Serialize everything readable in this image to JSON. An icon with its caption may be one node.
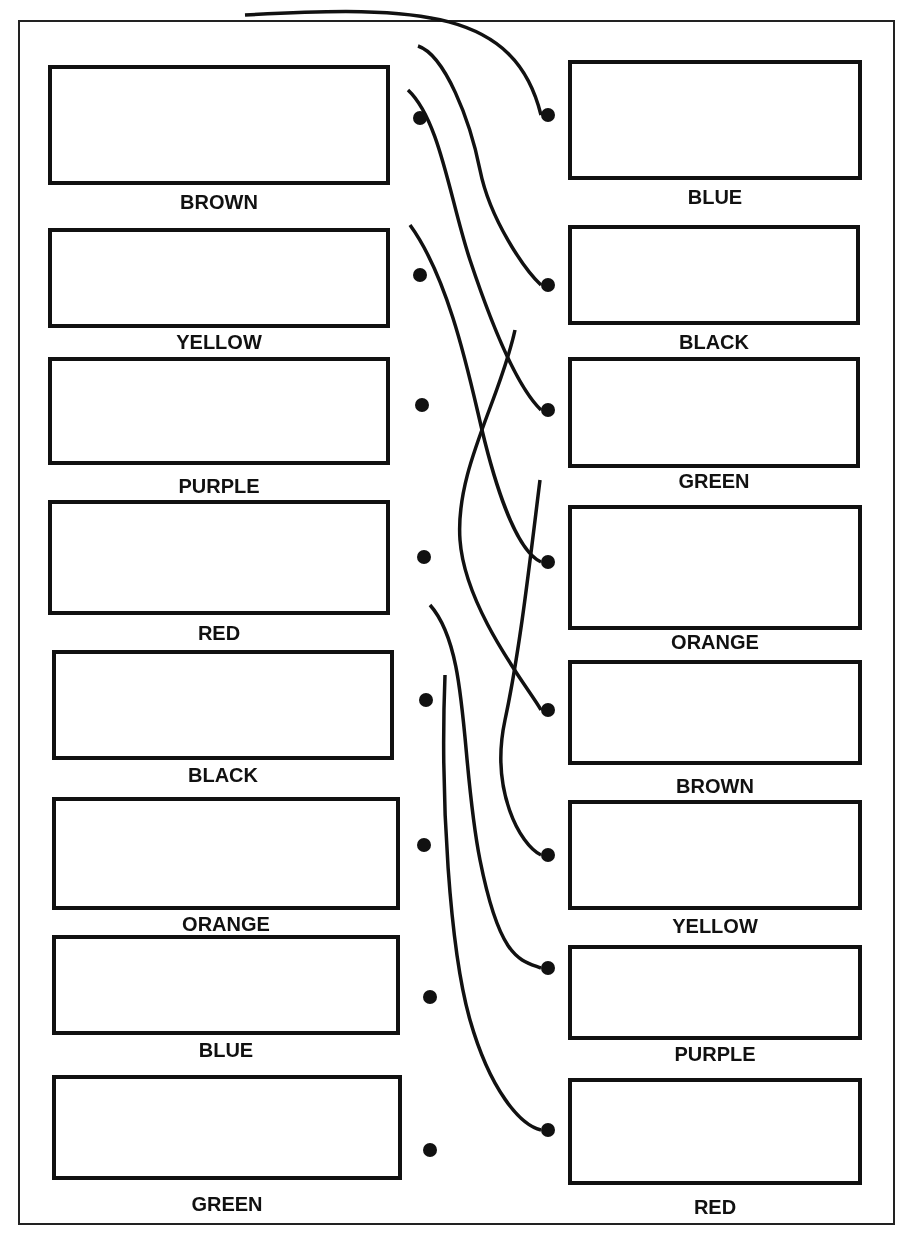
{
  "diagram": {
    "nodes": [
      {
        "text": [
          "BROWN"
        ]
      },
      {
        "text": [
          "YELLOW"
        ]
      },
      {
        "text": [
          "PURPLE"
        ]
      },
      {
        "text": [
          "RED"
        ]
      },
      {
        "text": [
          "BLACK"
        ]
      },
      {
        "text": [
          "ORANGE"
        ]
      },
      {
        "text": [
          "BLUE"
        ]
      },
      {
        "text": [
          "GREEN"
        ]
      },
      {
        "text": [
          "BLUE"
        ]
      },
      {
        "text": [
          "BLACK"
        ]
      },
      {
        "text": [
          "GREEN"
        ]
      },
      {
        "text": [
          "ORANGE"
        ]
      },
      {
        "text": [
          "BROWN"
        ]
      },
      {
        "text": [
          "YELLOW"
        ]
      },
      {
        "text": [
          "PURPLE"
        ]
      },
      {
        "text": [
          "RED"
        ]
      },
      {
        "text": [],
        "shape": "circle"
      },
      {
        "text": [],
        "shape": "circle"
      },
      {
        "text": [],
        "shape": "circle"
      },
      {
        "text": [],
        "shape": "circle"
      },
      {
        "text": [],
        "shape": "circle"
      },
      {
        "text": [],
        "shape": "circle"
      },
      {
        "text": [],
        "shape": "circle"
      },
      {
        "text": [],
        "shape": "circle"
      },
      {
        "text": [],
        "shape": "circle"
      },
      {
        "text": [],
        "shape": "circle"
      },
      {
        "text": [],
        "shape": "circle"
      },
      {
        "text": [],
        "shape": "circle"
      },
      {
        "text": [],
        "shape": "circle"
      },
      {
        "text": [],
        "shape": "circle"
      },
      {
        "text": [],
        "shape": "circle"
      },
      {
        "text": [],
        "shape": "circle"
      }
    ],
    "edges": [
      {
        "from": null,
        "to": 24,
        "arrow": "none"
      },
      {
        "from": null,
        "to": 25,
        "arrow": "none"
      },
      {
        "from": null,
        "to": 26,
        "arrow": "none"
      },
      {
        "from": null,
        "to": 27,
        "arrow": "none"
      },
      {
        "from": null,
        "to": 28,
        "arrow": "none"
      },
      {
        "from": null,
        "to": 29,
        "arrow": "none"
      },
      {
        "from": null,
        "to": 30,
        "arrow": "none"
      },
      {
        "from": null,
        "to": 31,
        "arrow": "none"
      }
    ]
  }
}
